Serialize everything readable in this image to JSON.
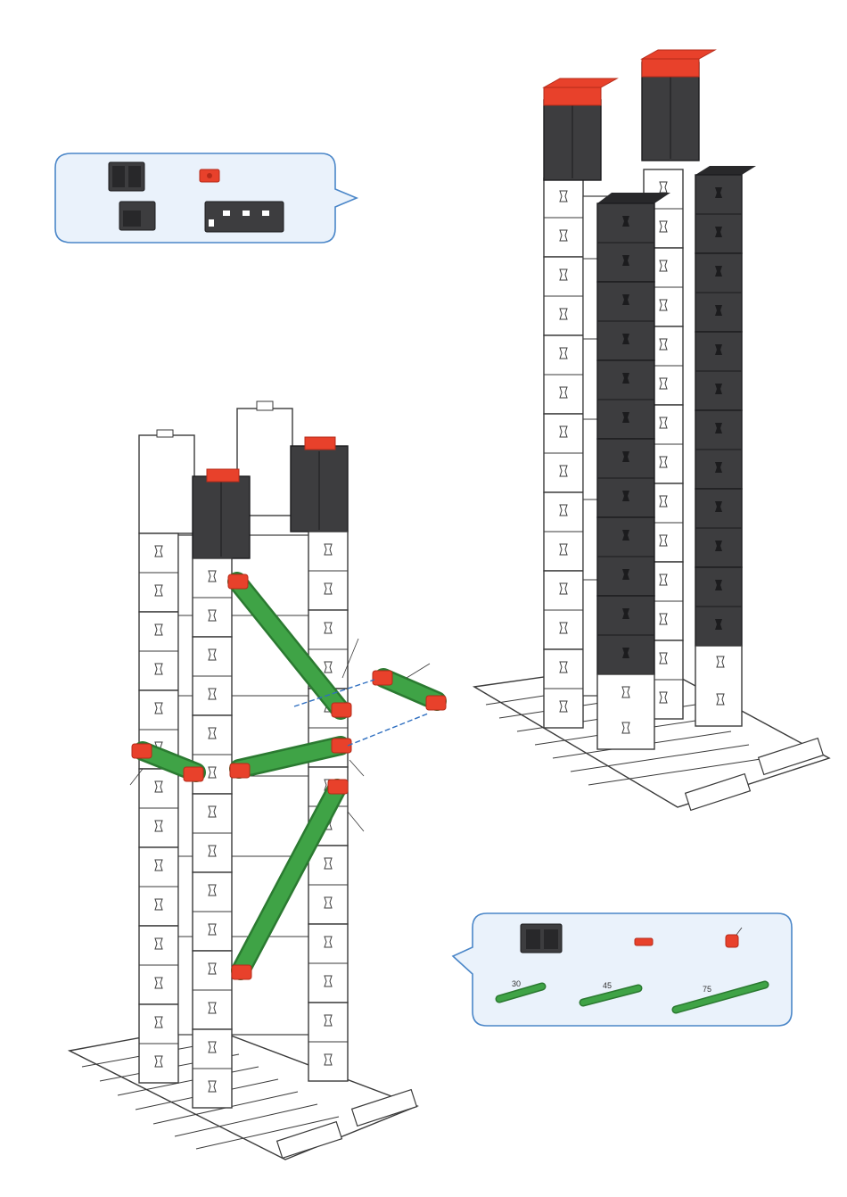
{
  "colors": {
    "white_part": "#ffffff",
    "outline": "#3a3a3a",
    "black_part": "#3d3d3f",
    "black_part_dark": "#28282a",
    "red_part": "#e8412b",
    "red_part_dark": "#b52b1a",
    "green_part": "#3fa346",
    "green_part_dark": "#2b7a31",
    "callout_fill": "#eaf2fb",
    "callout_border": "#4a86c8",
    "guide_line": "#2f6fc0"
  },
  "icons": {
    "base_plate": "base-plate-icon",
    "building_block": "building-block-icon",
    "strut": "strut-icon",
    "connector": "connector-icon"
  },
  "callout_top": {
    "parts": [
      "building-block-15",
      "red-connector-plate",
      "black-angle-block",
      "black-building-block-30"
    ]
  },
  "callout_bottom": {
    "parts": [
      "black-building-block-30",
      "red-connector-small",
      "red-mounting-clip",
      "strut-30",
      "strut-45",
      "strut-75"
    ],
    "strut_labels": [
      "30",
      "45",
      "75"
    ]
  }
}
